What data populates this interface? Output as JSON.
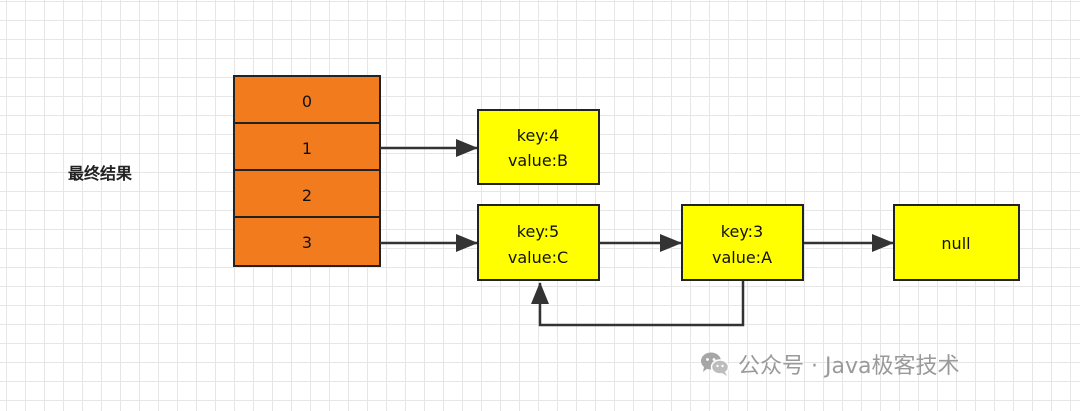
{
  "diagram": {
    "label": "最终结果",
    "buckets": [
      {
        "index": "0"
      },
      {
        "index": "1"
      },
      {
        "index": "2"
      },
      {
        "index": "3"
      }
    ],
    "nodes": [
      {
        "key": "key:4",
        "value": "value:B"
      },
      {
        "key": "key:5",
        "value": "value:C"
      },
      {
        "key": "key:3",
        "value": "value:A"
      },
      {
        "text": "null"
      }
    ],
    "colors": {
      "bucket_fill": "#f27b1e",
      "node_fill": "#ffff00",
      "stroke": "#222222",
      "arrow": "#333333"
    }
  },
  "watermark": {
    "text": "公众号 · Java极客技术",
    "icon": "wechat-icon"
  }
}
